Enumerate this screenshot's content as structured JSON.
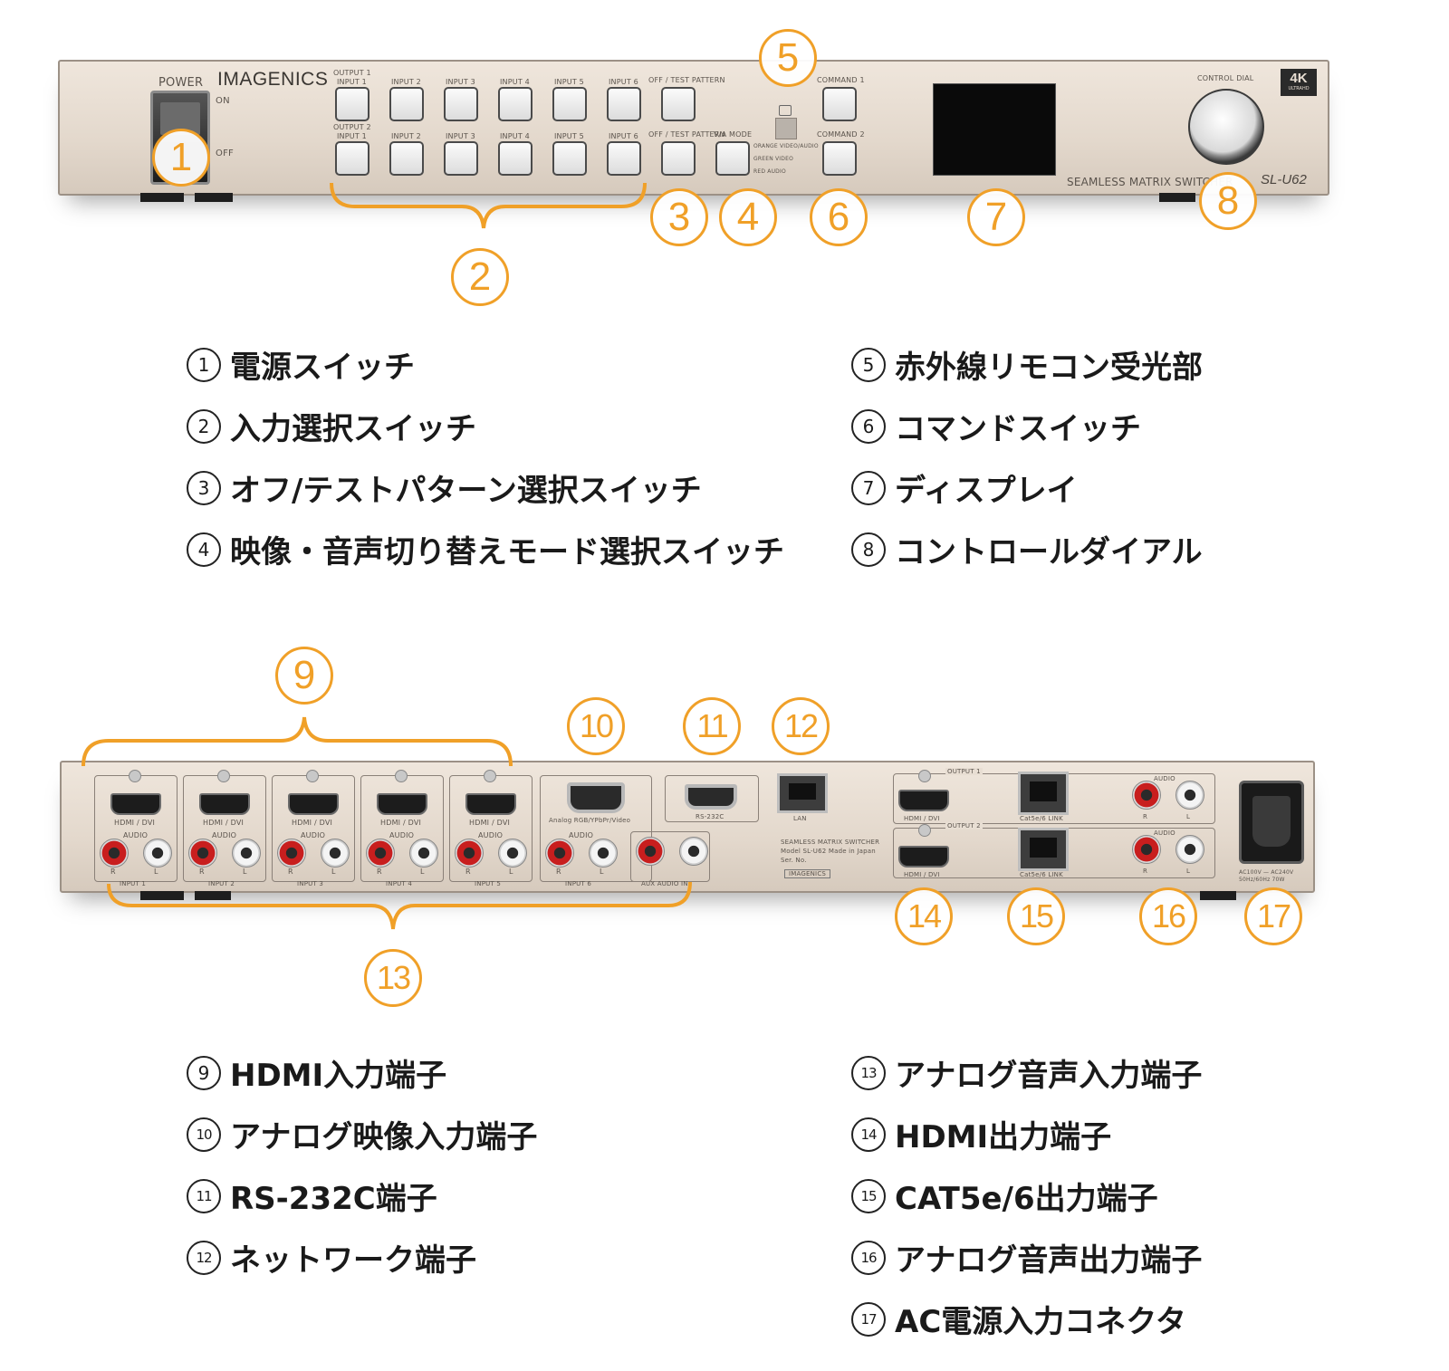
{
  "front_panel": {
    "power_label": "POWER",
    "on_label": "ON",
    "off_label": "OFF",
    "brand": "IMAGENICS",
    "output1_label": "OUTPUT 1",
    "output2_label": "OUTPUT 2",
    "input_labels": [
      "INPUT 1",
      "INPUT 2",
      "INPUT 3",
      "INPUT 4",
      "INPUT 5",
      "INPUT 6"
    ],
    "test_pattern_label": "OFF / TEST PATTERN",
    "va_mode_label": "V/A MODE",
    "mode_legend": [
      "ORANGE VIDEO/AUDIO",
      "GREEN VIDEO",
      "RED AUDIO"
    ],
    "command1_label": "COMMAND 1",
    "command2_label": "COMMAND 2",
    "control_dial_label": "CONTROL DIAL",
    "badge_4k": "4K",
    "badge_ultra": "ULTRAHD",
    "product_name": "SEAMLESS MATRIX SWITCHER",
    "model": "SL-U62"
  },
  "rear_panel": {
    "hdmi_dvi_label": "HDMI / DVI",
    "audio_label": "AUDIO",
    "r_label": "R",
    "l_label": "L",
    "input_labels": [
      "INPUT 1",
      "INPUT 2",
      "INPUT 3",
      "INPUT 4",
      "INPUT 5",
      "INPUT 6"
    ],
    "analog_video_label": "Analog RGB/YPbPr/Video",
    "aux_audio_label": "AUX AUDIO IN",
    "rs232c_label": "RS-232C",
    "lan_label": "LAN",
    "output1_label": "OUTPUT 1",
    "output2_label": "OUTPUT 2",
    "cat_link_label": "Cat5e/6 LINK",
    "nameplate": [
      "SEAMLESS MATRIX SWITCHER",
      "Model SL-U62  Made in Japan",
      "Ser. No."
    ],
    "nameplate_brand": "IMAGENICS",
    "ac_rating": "AC100V — AC240V 50Hz/60Hz 70W"
  },
  "callouts": [
    "1",
    "2",
    "3",
    "4",
    "5",
    "6",
    "7",
    "8",
    "9",
    "10",
    "11",
    "12",
    "13",
    "14",
    "15",
    "16",
    "17"
  ],
  "legend_front": [
    {
      "num": "1",
      "text": "電源スイッチ"
    },
    {
      "num": "2",
      "text": "入力選択スイッチ"
    },
    {
      "num": "3",
      "text": "オフ/テストパターン選択スイッチ"
    },
    {
      "num": "4",
      "text": "映像・音声切り替えモード選択スイッチ"
    },
    {
      "num": "5",
      "text": "赤外線リモコン受光部"
    },
    {
      "num": "6",
      "text": "コマンドスイッチ"
    },
    {
      "num": "7",
      "text": "ディスプレイ"
    },
    {
      "num": "8",
      "text": "コントロールダイアル"
    }
  ],
  "legend_rear": [
    {
      "num": "9",
      "text": "HDMI入力端子"
    },
    {
      "num": "10",
      "text": "アナログ映像入力端子"
    },
    {
      "num": "11",
      "text": "RS-232C端子"
    },
    {
      "num": "12",
      "text": "ネットワーク端子"
    },
    {
      "num": "13",
      "text": "アナログ音声入力端子"
    },
    {
      "num": "14",
      "text": "HDMI出力端子"
    },
    {
      "num": "15",
      "text": "CAT5e/6出力端子"
    },
    {
      "num": "16",
      "text": "アナログ音声出力端子"
    },
    {
      "num": "17",
      "text": "AC電源入力コネクタ"
    }
  ],
  "colors": {
    "accent": "#f0a028",
    "panel": "#e8ded3",
    "display": "#0a0a0a",
    "rca_red": "#c81e1e"
  }
}
